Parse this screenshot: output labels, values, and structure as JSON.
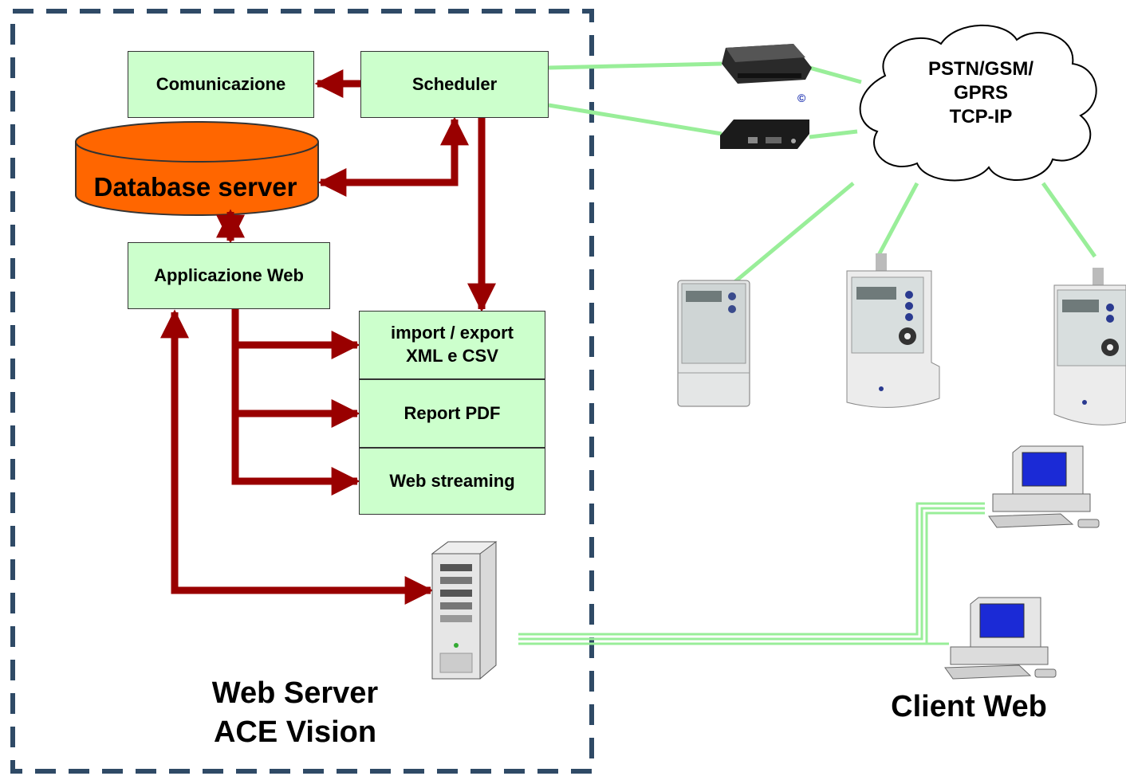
{
  "colors": {
    "box_fill": "#ccffcc",
    "database_fill": "#ff6600",
    "arrow": "#990000",
    "boundary": "#2f4a66",
    "network_line": "#99ee99"
  },
  "boxes": {
    "comunicazione": "Comunicazione",
    "scheduler": "Scheduler",
    "applicazione_web": "Applicazione Web",
    "import_export_line1": "import / export",
    "import_export_line2": "XML e CSV",
    "report_pdf": "Report PDF",
    "web_streaming": "Web streaming"
  },
  "database": {
    "label": "Database server"
  },
  "server_caption": {
    "line1": "Web Server",
    "line2": "ACE Vision"
  },
  "cloud": {
    "line1": "PSTN/GSM/",
    "line2": "GPRS",
    "line3": "TCP-IP"
  },
  "client_caption": "Client Web",
  "copyright_mark": "©",
  "icons": [
    "modem-icon",
    "router-icon",
    "electricity-meter-icon",
    "server-tower-icon",
    "desktop-computer-icon",
    "cloud-icon"
  ]
}
